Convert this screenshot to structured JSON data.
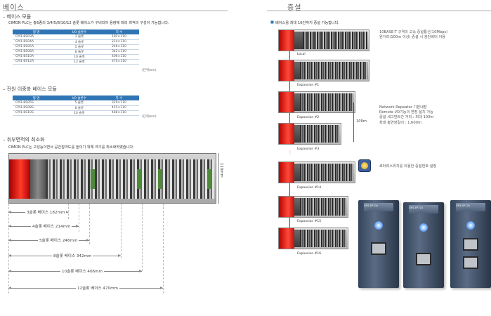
{
  "left": {
    "title": "베이스",
    "base_module": {
      "heading": "– 베이스 모듈",
      "desc": "CIMON PLC는 총6종의 3/4/5/8/10/12 슬롯 베이스가 구비되어 용량에 따라 최적의 구성이 가능합니다.",
      "headers": [
        "형   명",
        "I/O 슬롯수",
        "치   수"
      ],
      "rows": [
        [
          "CM1-BS03A",
          "3 슬롯",
          "182×110"
        ],
        [
          "CM1-BS04A",
          "4 슬롯",
          "214×110"
        ],
        [
          "CM1-BS05A",
          "5 슬롯",
          "246×110"
        ],
        [
          "CM1-BS08A",
          "8 슬롯",
          "342×110"
        ],
        [
          "CM1-BS10A",
          "10 슬롯",
          "406×110"
        ],
        [
          "CM1-BS12A",
          "12 슬롯",
          "470×110"
        ]
      ],
      "unit": "(단위mm)"
    },
    "redundant": {
      "heading": "– 전원 이중화 베이스 모듈",
      "headers": [
        "형   명",
        "I/O 슬롯수",
        "치   수"
      ],
      "rows": [
        [
          "CM1-BS05S",
          "5 슬롯",
          "329×110"
        ],
        [
          "CM1-BS08S",
          "8 슬롯",
          "425×110"
        ],
        [
          "CM1-BS10S",
          "10 슬롯",
          "488×110"
        ]
      ],
      "unit": "(단위mm)"
    },
    "mounting": {
      "heading": "– 취부면적의 최소화",
      "desc": "CIMON PLC는 고성능이면서 공간집약도를 높이기 위해 크기를 최소화하였습니다.",
      "height_label": "110mm",
      "dims": [
        "3슬롯 베이스 182mm",
        "4슬롯 베이스 214mm",
        "5슬롯 베이스 246mm",
        "8슬롯 베이스 342mm",
        "10슬롯 베이스 406mm",
        "12슬롯 베이스 470mm"
      ]
    }
  },
  "right": {
    "title": "증설",
    "bullet": "베이스를 최대 16단까지 증설 가능합니다.",
    "racks": [
      "Local",
      "Expansion #1",
      "Expansion #2",
      "Expansion #3",
      "Expansion #14",
      "Expansion #15",
      "Expansion #16"
    ],
    "distance": "100m",
    "note1": [
      "10BASE-T 규격의 고속 증설통신(10Mbps)",
      "원거리(100m 이상) 증설 시 광컨버터 이용"
    ],
    "note2": [
      "Network Repeater 기본내장",
      "Remote I/O기능의 연장 설치 가능",
      "증설 세그먼트간 거리 : 최대 100m",
      "최대 총연장길이 : 1,600m"
    ],
    "note3": "로터리스위치를 이용한 증설번호 설정",
    "device_tags": [
      "CM1-EP10A",
      "CM1-EP11A",
      "CM1-EP12A"
    ]
  }
}
